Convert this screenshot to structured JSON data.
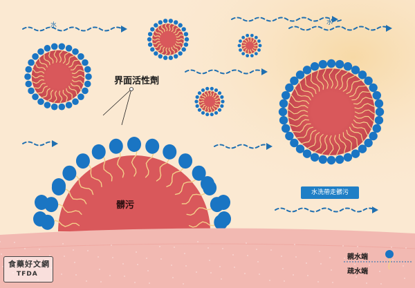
{
  "labels": {
    "surfactant": "界面活性劑",
    "dirt": "髒污",
    "water_left": "水",
    "water_right": "水",
    "wash_away": "水洗帶走髒污"
  },
  "legend": {
    "hydrophilic": "親水端",
    "hydrophobic": "疏水端"
  },
  "logo": {
    "name": "食藥好文網",
    "sub": "TFDA"
  },
  "colors": {
    "background": "#fbe9d2",
    "head_blue": "#1a75c3",
    "dirt_red": "#d9585b",
    "dirt_dark": "#b9404a",
    "tail_yellow": "#f4cf8a",
    "skin_pink": "#f2b9b2",
    "skin_pink_dark": "#ec9f98",
    "arrow_blue": "#1f6fb0"
  }
}
